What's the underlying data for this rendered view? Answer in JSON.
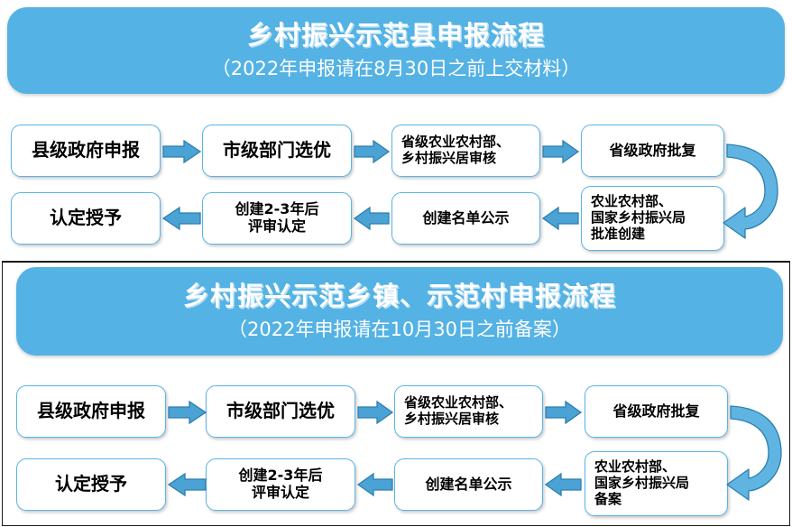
{
  "colors": {
    "banner_blue": "#54b2e4",
    "box_border_blue": "#59b4e8",
    "arrow_blue": "#4aa3d4",
    "arrow_outline": "#2d7fae",
    "text_black": "#000000",
    "banner_text": "#ffffff",
    "frame_black": "#1a1a1a"
  },
  "flowcharts": [
    {
      "id": "county",
      "banner": {
        "title": "乡村振兴示范县申报流程",
        "subtitle": "（2022年申报请在8月30日之前上交材料）"
      },
      "row1": [
        {
          "name": "county-gov-apply",
          "text": "县级政府申报",
          "size": "big"
        },
        {
          "name": "city-dept-select",
          "text": "市级部门选优",
          "size": "big"
        },
        {
          "name": "province-agri-review",
          "text": "省级农业农村部、\n乡村振兴居审核",
          "size": "small"
        },
        {
          "name": "province-gov-approve",
          "text": "省级政府批复",
          "size": "mid"
        }
      ],
      "row2": [
        {
          "name": "certification-award",
          "text": "认定授予",
          "size": "big"
        },
        {
          "name": "review-after-2-3-years",
          "text": "创建2-3年后\n评审认定",
          "size": "mid"
        },
        {
          "name": "creation-list-publicity",
          "text": "创建名单公示",
          "size": "mid"
        },
        {
          "name": "ministry-approve-create",
          "text": "农业农村部、\n国家乡村振兴局\n批准创建",
          "size": "small"
        }
      ],
      "arrows": [
        {
          "name": "arrow-county-to-city",
          "direction": "right"
        },
        {
          "name": "arrow-city-to-province-agri",
          "direction": "right"
        },
        {
          "name": "arrow-agri-to-province-gov",
          "direction": "right"
        },
        {
          "name": "arrow-province-gov-to-ministry",
          "direction": "curved-down"
        },
        {
          "name": "arrow-ministry-to-publicity",
          "direction": "left"
        },
        {
          "name": "arrow-publicity-to-review",
          "direction": "left"
        },
        {
          "name": "arrow-review-to-certification",
          "direction": "left"
        }
      ]
    },
    {
      "id": "township-village",
      "banner": {
        "title": "乡村振兴示范乡镇、示范村申报流程",
        "subtitle": "（2022年申报请在10月30日之前备案）"
      },
      "row1": [
        {
          "name": "county-gov-apply",
          "text": "县级政府申报",
          "size": "big"
        },
        {
          "name": "city-dept-select",
          "text": "市级部门选优",
          "size": "big"
        },
        {
          "name": "province-agri-review",
          "text": "省级农业农村部、\n乡村振兴居审核",
          "size": "small"
        },
        {
          "name": "province-gov-approve",
          "text": "省级政府批复",
          "size": "mid"
        }
      ],
      "row2": [
        {
          "name": "certification-award",
          "text": "认定授予",
          "size": "big"
        },
        {
          "name": "review-after-2-3-years",
          "text": "创建2-3年后\n评审认定",
          "size": "mid"
        },
        {
          "name": "creation-list-publicity",
          "text": "创建名单公示",
          "size": "mid"
        },
        {
          "name": "ministry-record-filing",
          "text": "农业农村部、\n国家乡村振兴局\n备案",
          "size": "small"
        }
      ],
      "arrows": [
        {
          "name": "arrow-county-to-city",
          "direction": "right"
        },
        {
          "name": "arrow-city-to-province-agri",
          "direction": "right"
        },
        {
          "name": "arrow-agri-to-province-gov",
          "direction": "right"
        },
        {
          "name": "arrow-province-gov-to-ministry",
          "direction": "curved-down"
        },
        {
          "name": "arrow-ministry-to-publicity",
          "direction": "left"
        },
        {
          "name": "arrow-publicity-to-review",
          "direction": "left"
        },
        {
          "name": "arrow-review-to-certification",
          "direction": "left"
        }
      ]
    }
  ]
}
